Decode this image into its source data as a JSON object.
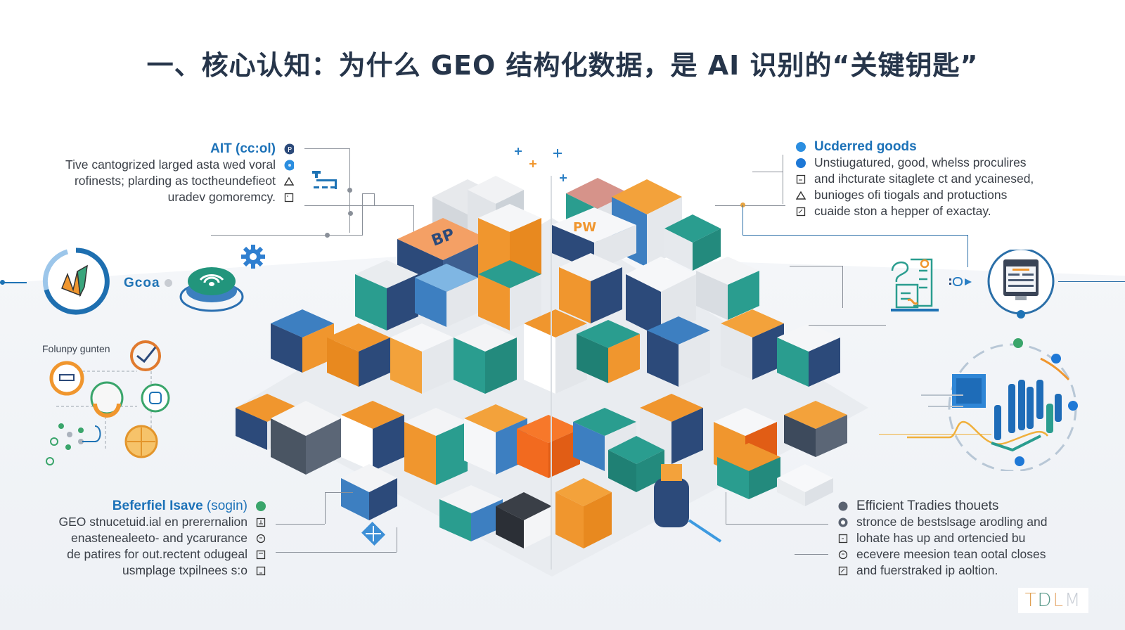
{
  "title": "一、核心认知：为什么 GEO 结构化数据，是 AI 识别的“关键钥匙”",
  "colors": {
    "title": "#26354a",
    "heading_blue": "#1d72b8",
    "accent_orange": "#f0962e",
    "accent_teal": "#2a9d8f",
    "accent_navy": "#2c4a7a",
    "accent_green": "#3aa56b",
    "text_gray": "#3a3f47",
    "connector_gray": "#8a9099"
  },
  "blocks": {
    "top_left": {
      "heading": "AIT (cc:ol)",
      "lines": [
        "Tive cantogrized larged asta wed voral",
        "rofinests; plarding as toctheundefieot",
        "uradev gomoremcy."
      ],
      "markers": [
        "p-circle-icon",
        "blue-dot-icon",
        "triangle-icon",
        "square-icon"
      ]
    },
    "top_right": {
      "heading": "Ucderred goods",
      "lines": [
        "Unstiugatured, good, whelss proculires",
        "and ihcturate sitaglete ct and ycainesed,",
        "bunioges ofi tiogals and protuctions",
        "cuaide ston a hepper of exactay."
      ],
      "markers": [
        "blue-dot-icon",
        "blue-dot-icon",
        "square-icon",
        "triangle-icon",
        "square-check-icon"
      ]
    },
    "bottom_left": {
      "heading": "Beferfiel Isave",
      "heading_suffix": "(sogin)",
      "lines": [
        "GEO stnucetuid.ial en prerernalion",
        "enastenealeeto- and ycarurance",
        "de patires for out.rectent odugeal",
        "usmplage txpilnees s:o"
      ],
      "markers": [
        "green-dot-icon",
        "square-chart-icon",
        "circle-icon",
        "square-icon",
        "square-check-icon"
      ]
    },
    "bottom_right": {
      "heading": "Efficient Tradies thouets",
      "lines": [
        "stronce de bestslsage arodling and",
        "lohate has up and ortencied bu",
        "ecevere meesion tean ootal closes",
        "and fuerstraked ip aoltion."
      ],
      "markers": [
        "gray-dot-icon",
        "target-icon",
        "square-icon",
        "circle-icon",
        "square-check-icon"
      ]
    }
  },
  "left_icons": {
    "logo_label": "Gcoa",
    "cluster_label": "Folunpy gunten"
  },
  "watermark": {
    "letters": [
      "T",
      "D",
      "L",
      "M"
    ],
    "colors": [
      "#e0a052",
      "#5b9a8b",
      "#e8b07a",
      "#c9ced6"
    ]
  }
}
